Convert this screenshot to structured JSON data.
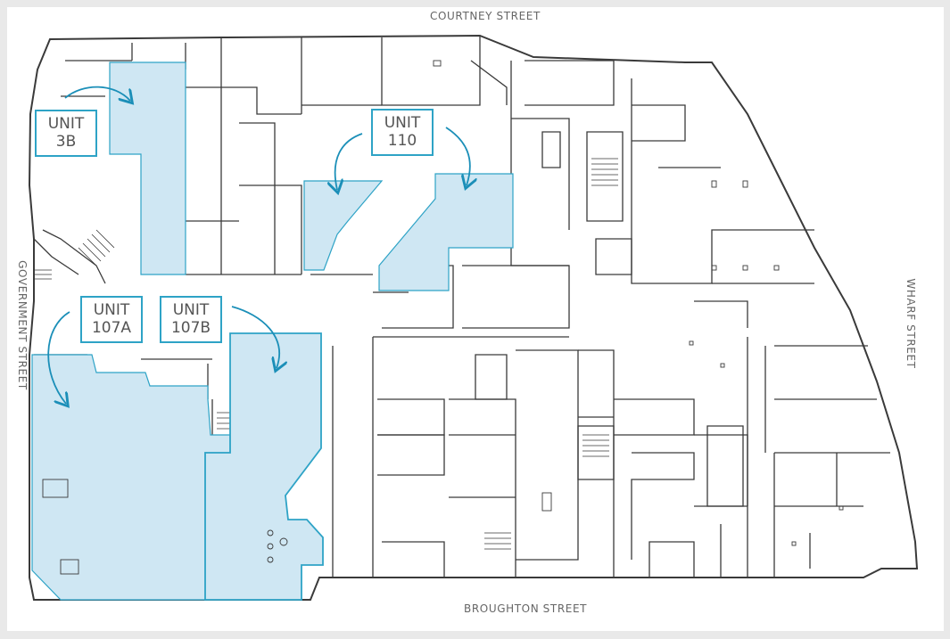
{
  "streets": {
    "north": "COURTNEY STREET",
    "south": "BROUGHTON STREET",
    "west": "GOVERNMENT STREET",
    "east": "WHARF STREET"
  },
  "units": [
    {
      "id": "3b",
      "line1": "UNIT",
      "line2": "3B"
    },
    {
      "id": "110",
      "line1": "UNIT",
      "line2": "110"
    },
    {
      "id": "107a",
      "line1": "UNIT",
      "line2": "107A"
    },
    {
      "id": "107b",
      "line1": "UNIT",
      "line2": "107B"
    }
  ],
  "colors": {
    "highlight_fill": "#cfe7f3",
    "highlight_stroke": "#2ea3c6",
    "wall": "#3a3a3a",
    "arrow": "#1b8fb8",
    "page_bg": "#ffffff",
    "frame_bg": "#e9e9e9"
  }
}
